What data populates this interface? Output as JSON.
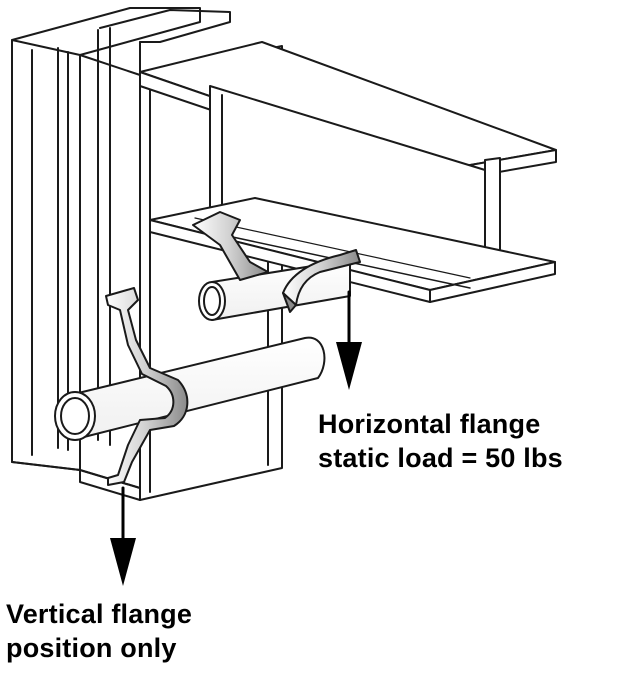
{
  "labels": {
    "horizontal_line1": "Horizontal flange",
    "horizontal_line2": "static load = 50 lbs",
    "vertical_line1": "Vertical flange",
    "vertical_line2": "position only"
  },
  "colors": {
    "line": "#1a1a1a",
    "fill": "#ffffff",
    "clip_fill": "#c8c8c8",
    "clip_shadow": "#8c8c8c",
    "arrow": "#000000"
  }
}
